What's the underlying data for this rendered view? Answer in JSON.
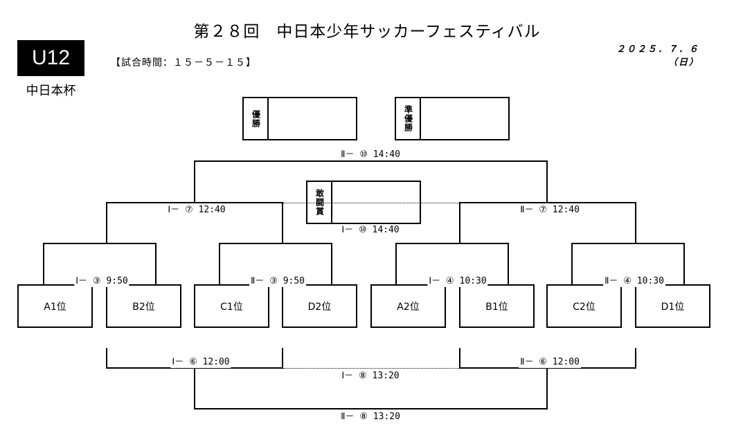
{
  "header": {
    "title": "第２８回　中日本少年サッカーフェスティバル",
    "date": "２０２５．７．６（日）",
    "category_badge": "U12",
    "cup_name": "中日本杯",
    "match_time": "【試合時間：１５－５－１５】"
  },
  "awards": {
    "champion": "優勝",
    "runner_up": "準優勝",
    "fighting_spirit": "敢闘賞"
  },
  "teams": [
    "A1位",
    "B2位",
    "C1位",
    "D2位",
    "A2位",
    "B1位",
    "C2位",
    "D1位"
  ],
  "matches": {
    "m1": "Ⅰ－ ③  9:50",
    "m2": "Ⅱ－ ③  9:50",
    "m3": "Ⅰ－ ④  10:30",
    "m4": "Ⅱ－ ④  10:30",
    "semi_left": "Ⅰ－ ⑦  12:40",
    "semi_right": "Ⅱ－ ⑦  12:40",
    "final": "Ⅱ－ ⑩  14:40",
    "third_place": "Ⅰ－ ⑩  14:40",
    "lower_left": "Ⅰ－ ⑥  12:00",
    "lower_right": "Ⅱ－ ⑥  12:00",
    "lower_mid": "Ⅰ－ ⑧  13:20",
    "lower_final": "Ⅱ－ ⑧  13:20"
  }
}
